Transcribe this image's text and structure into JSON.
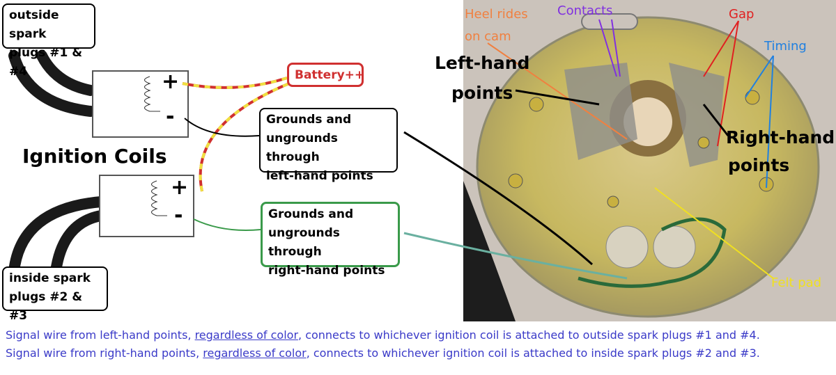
{
  "diagram": {
    "outside_plugs_label": [
      "outside spark",
      "plugs #1 & #4"
    ],
    "inside_plugs_label": [
      "inside spark",
      "plugs #2 & #3"
    ],
    "ignition_coils_title": "Ignition Coils",
    "coil_plus": "+",
    "coil_minus": "-",
    "battery_label": "Battery++",
    "left_ground_label": [
      "Grounds and",
      "ungrounds through",
      "left-hand points"
    ],
    "right_ground_label": [
      "Grounds and",
      "ungrounds through",
      "right-hand points"
    ]
  },
  "photo": {
    "heel_label": [
      "Heel rides",
      "on cam"
    ],
    "contacts_label": "Contacts",
    "gap_label": "Gap",
    "timing_label": "Timing",
    "left_points_label": [
      "Left-hand",
      "points"
    ],
    "right_points_label": [
      "Right-hand",
      "points"
    ],
    "felt_pad_label": "Felt pad"
  },
  "notes": [
    {
      "pre": "Signal wire from left-hand points, ",
      "underline": "regardless of color",
      "post": ", connects to whichever ignition coil is attached to outside spark plugs #1 and #4."
    },
    {
      "pre": "Signal wire from right-hand points, ",
      "underline": "regardless of color",
      "post": ", connects to whichever ignition coil is attached to inside spark plugs #2 and #3."
    }
  ],
  "colors": {
    "battery": "#d03030",
    "ground_left": "#000000",
    "ground_right": "#3a9a4a",
    "note": "#3a3ac8",
    "heel": "#f08040",
    "contacts": "#8030e0",
    "gap": "#e02020",
    "timing": "#2080e0",
    "felt": "#f0e020"
  }
}
